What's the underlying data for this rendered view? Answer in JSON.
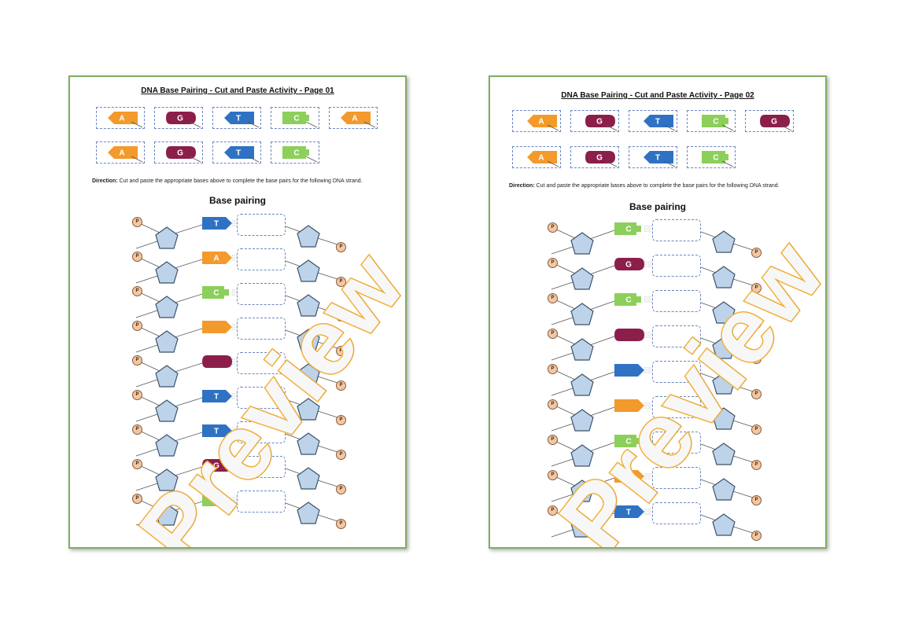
{
  "pages": [
    {
      "id": "page1",
      "title": "DNA Base Pairing - Cut and Paste Activity - Page 01",
      "cutouts": [
        [
          {
            "letter": "A",
            "color": "#f39a2c",
            "shape": "arrow-left"
          },
          {
            "letter": "G",
            "color": "#8b1e4b",
            "shape": "pill"
          },
          {
            "letter": "T",
            "color": "#2f72c4",
            "shape": "arrow-left"
          },
          {
            "letter": "C",
            "color": "#8ccf5b",
            "shape": "notch"
          },
          {
            "letter": "A",
            "color": "#f39a2c",
            "shape": "arrow-left"
          }
        ],
        [
          {
            "letter": "A",
            "color": "#f39a2c",
            "shape": "arrow-left"
          },
          {
            "letter": "G",
            "color": "#8b1e4b",
            "shape": "pill"
          },
          {
            "letter": "T",
            "color": "#2f72c4",
            "shape": "arrow-left"
          },
          {
            "letter": "C",
            "color": "#8ccf5b",
            "shape": "notch"
          }
        ]
      ],
      "direction_label": "Direction:",
      "direction_text": "Cut and paste the appropriate bases above to complete the base pairs for the following DNA strand.",
      "base_pairing_title": "Base pairing",
      "phosphate_label": "P",
      "strand": [
        {
          "letter": "T",
          "color": "#2f72c4",
          "shape": "arrow-right"
        },
        {
          "letter": "A",
          "color": "#f39a2c",
          "shape": "arrow-right"
        },
        {
          "letter": "C",
          "color": "#8ccf5b",
          "shape": "notch-right"
        },
        {
          "letter": "",
          "color": "#f39a2c",
          "shape": "arrow-right"
        },
        {
          "letter": "",
          "color": "#8b1e4b",
          "shape": "pill"
        },
        {
          "letter": "T",
          "color": "#2f72c4",
          "shape": "arrow-right"
        },
        {
          "letter": "T",
          "color": "#2f72c4",
          "shape": "arrow-right"
        },
        {
          "letter": "G",
          "color": "#8b1e4b",
          "shape": "pill"
        },
        {
          "letter": "C",
          "color": "#8ccf5b",
          "shape": "notch-right"
        }
      ],
      "watermark": "Preview"
    },
    {
      "id": "page2",
      "title": "DNA Base Pairing - Cut and Paste Activity - Page 02",
      "cutouts": [
        [
          {
            "letter": "A",
            "color": "#f39a2c",
            "shape": "arrow-left"
          },
          {
            "letter": "G",
            "color": "#8b1e4b",
            "shape": "pill"
          },
          {
            "letter": "T",
            "color": "#2f72c4",
            "shape": "arrow-left"
          },
          {
            "letter": "C",
            "color": "#8ccf5b",
            "shape": "notch"
          },
          {
            "letter": "G",
            "color": "#8b1e4b",
            "shape": "pill"
          }
        ],
        [
          {
            "letter": "A",
            "color": "#f39a2c",
            "shape": "arrow-left"
          },
          {
            "letter": "G",
            "color": "#8b1e4b",
            "shape": "pill"
          },
          {
            "letter": "T",
            "color": "#2f72c4",
            "shape": "arrow-left"
          },
          {
            "letter": "C",
            "color": "#8ccf5b",
            "shape": "notch"
          }
        ]
      ],
      "direction_label": "Direction:",
      "direction_text": "Cut and paste the appropriate bases above to complete the base pairs for the following DNA strand.",
      "base_pairing_title": "Base pairing",
      "phosphate_label": "P",
      "strand": [
        {
          "letter": "C",
          "color": "#8ccf5b",
          "shape": "notch-right"
        },
        {
          "letter": "G",
          "color": "#8b1e4b",
          "shape": "pill"
        },
        {
          "letter": "C",
          "color": "#8ccf5b",
          "shape": "notch-right"
        },
        {
          "letter": "",
          "color": "#8b1e4b",
          "shape": "pill"
        },
        {
          "letter": "",
          "color": "#2f72c4",
          "shape": "arrow-right"
        },
        {
          "letter": "",
          "color": "#f39a2c",
          "shape": "arrow-right"
        },
        {
          "letter": "C",
          "color": "#8ccf5b",
          "shape": "notch-right"
        },
        {
          "letter": "A",
          "color": "#f39a2c",
          "shape": "arrow-right"
        },
        {
          "letter": "T",
          "color": "#2f72c4",
          "shape": "arrow-right"
        }
      ],
      "watermark": "Preview"
    }
  ]
}
